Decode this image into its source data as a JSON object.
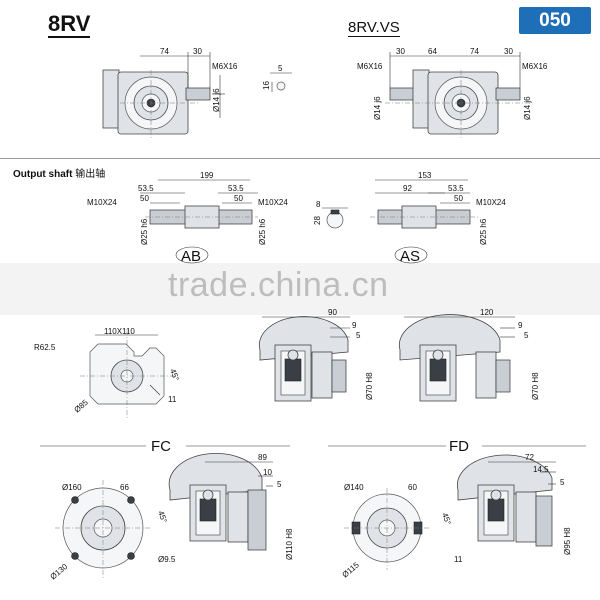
{
  "header": {
    "model": "8RV",
    "model_vs": "8RV.VS",
    "size_badge": "050"
  },
  "output_shaft": {
    "title": "Output shaft",
    "title_cn": "输出轴"
  },
  "watermark": "trade.china.cn",
  "top_left_dims": {
    "d74": "74",
    "d30": "30",
    "thread": "M6X16",
    "bore": "Ø14 j6",
    "d5": "5",
    "d16": "16"
  },
  "top_right_dims": {
    "d30a": "30",
    "d64": "64",
    "d74": "74",
    "d30b": "30",
    "thread_l": "M6X16",
    "thread_r": "M6X16",
    "bore_l": "Ø14 j6",
    "bore_r": "Ø14 j6"
  },
  "shaft_ab": {
    "label": "AB",
    "overall": "199",
    "l_53_5": "53.5",
    "r_53_5": "53.5",
    "l_50": "50",
    "r_50": "50",
    "thread_l": "M10X24",
    "thread_r": "M10X24",
    "dia_l": "Ø25 h6",
    "dia_r": "Ø25 h6"
  },
  "shaft_key": {
    "d8": "8",
    "d28": "28"
  },
  "shaft_as": {
    "label": "AS",
    "overall": "153",
    "d92": "92",
    "d53_5": "53.5",
    "d50": "50",
    "thread": "M10X24",
    "dia": "Ø25 h6"
  },
  "flange_square": {
    "radius": "R62.5",
    "square": "110X110",
    "angle": "45°",
    "dia": "Ø85",
    "d11": "11"
  },
  "top_row_side1": {
    "d90": "90",
    "d9": "9",
    "d5": "5",
    "pilot": "Ø70 H8"
  },
  "top_row_side2": {
    "d120": "120",
    "d9": "9",
    "d5": "5",
    "pilot": "Ø70 H8"
  },
  "fc": {
    "label": "FC",
    "outer": "Ø160",
    "d66": "66",
    "angle": "45°",
    "hole": "Ø9.5",
    "pcd": "Ø130",
    "d89": "89",
    "d10": "10",
    "d5": "5",
    "pilot": "Ø110 H8"
  },
  "fd": {
    "label": "FD",
    "outer": "Ø140",
    "d60": "60",
    "angle": "45°",
    "d11": "11",
    "pcd": "Ø115",
    "d72": "72",
    "d14_5": "14.5",
    "d5": "5",
    "pilot": "Ø95 H8"
  }
}
